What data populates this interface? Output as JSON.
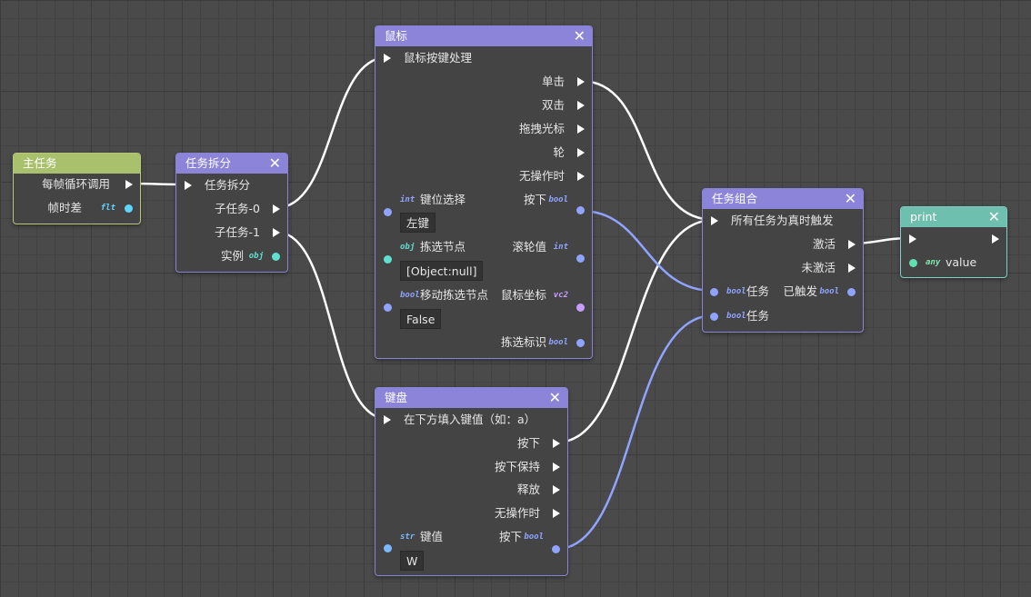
{
  "nodes": {
    "main": {
      "title": "主任务",
      "out_label": "每帧循环调用",
      "delta_label": "帧时差",
      "delta_type": "flt"
    },
    "split": {
      "title": "任务拆分",
      "in_label": "任务拆分",
      "sub0": "子任务-0",
      "sub1": "子任务-1",
      "inst": "实例",
      "inst_type": "obj"
    },
    "mouse": {
      "title": "鼠标",
      "in_label": "鼠标按键处理",
      "click": "单击",
      "dblclick": "双击",
      "drag": "拖拽光标",
      "wheel": "轮",
      "idle": "无操作时",
      "keysel_type": "int",
      "keysel": "键位选择",
      "press": "按下",
      "press_type": "bool",
      "keysel_value": "左键",
      "pick_type": "obj",
      "pick": "拣选节点",
      "wheelval": "滚轮值",
      "wheelval_type": "int",
      "pick_value": "[Object:null]",
      "move_type": "bool",
      "move": "移动拣选节点",
      "coord": "鼠标坐标",
      "coord_type": "vc2",
      "move_value": "False",
      "pickid": "拣选标识",
      "pickid_type": "bool"
    },
    "keyboard": {
      "title": "键盘",
      "in_label": "在下方填入键值（如：a）",
      "press": "按下",
      "hold": "按下保持",
      "release": "释放",
      "idle": "无操作时",
      "key_type": "str",
      "key": "键值",
      "out_press": "按下",
      "out_press_type": "bool",
      "key_value": "W"
    },
    "combo": {
      "title": "任务组合",
      "in_label": "所有任务为真时触发",
      "active": "激活",
      "inactive": "未激活",
      "task1_type": "bool",
      "task1": "任务",
      "fired": "已触发",
      "fired_type": "bool",
      "task2_type": "bool",
      "task2": "任务"
    },
    "print": {
      "title": "print",
      "value_type": "any",
      "value": "value"
    }
  },
  "colors": {
    "header_purple": "#8b84d8",
    "header_green": "#a9c16d",
    "header_teal": "#6fbfae",
    "wire_exec": "#ffffff",
    "wire_bool": "#8fa3ff"
  }
}
